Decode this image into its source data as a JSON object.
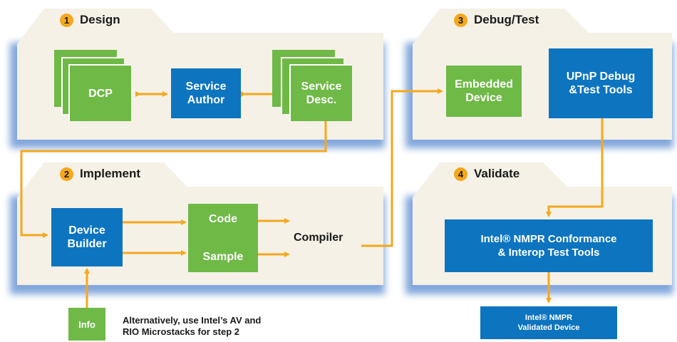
{
  "sections": {
    "design": {
      "number": "1",
      "title": "Design"
    },
    "implement": {
      "number": "2",
      "title": "Implement"
    },
    "debug": {
      "number": "3",
      "title": "Debug/Test"
    },
    "validate": {
      "number": "4",
      "title": "Validate"
    }
  },
  "design_boxes": {
    "dcp": "DCP",
    "service_author_line1": "Service",
    "service_author_line2": "Author",
    "service_desc_line1": "Service",
    "service_desc_line2": "Desc."
  },
  "implement_boxes": {
    "device_builder_line1": "Device",
    "device_builder_line2": "Builder",
    "code": "Code",
    "sample": "Sample",
    "compiler": "Compiler",
    "info": "Info",
    "note_line1": "Alternatively, use Intel’s AV and",
    "note_line2": "RIO Microstacks for step 2"
  },
  "debug_boxes": {
    "embedded_line1": "Embedded",
    "embedded_line2": "Device",
    "upnp_line1": "UPnP Debug",
    "upnp_line2": "&Test Tools"
  },
  "validate_boxes": {
    "conformance_line1": "Intel® NMPR Conformance",
    "conformance_line2": "& Interop Test Tools",
    "validated_line1": "Intel® NMPR",
    "validated_line2": "Validated Device"
  },
  "colors": {
    "panel": "#f5f1e6",
    "green": "#6fb947",
    "blue": "#0d74c0",
    "arrow": "#f4a81d",
    "shadow": "#3f78c9"
  }
}
